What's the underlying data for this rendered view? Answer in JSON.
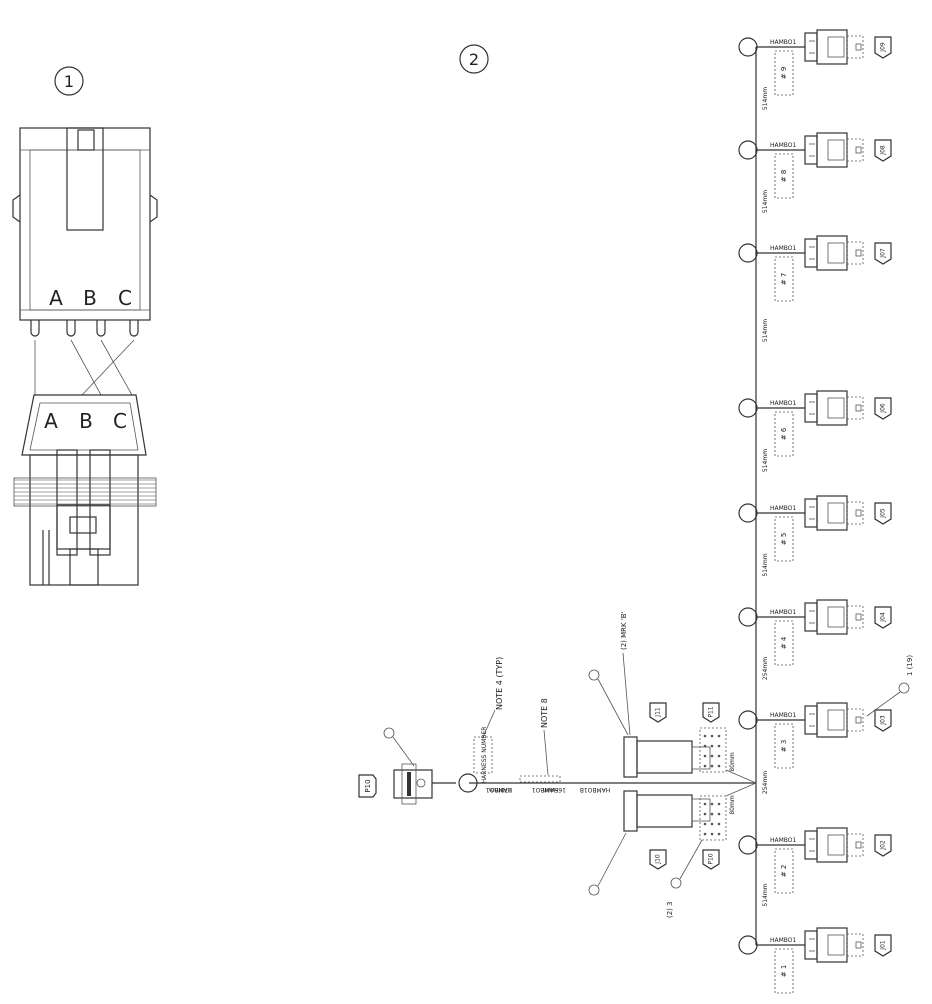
{
  "callouts": {
    "one": "1",
    "two": "2"
  },
  "detail_connector": {
    "header_pins": [
      "A",
      "B",
      "C"
    ],
    "plug_pins": [
      "A",
      "B",
      "C"
    ]
  },
  "harness": {
    "branches": [
      {
        "part": "HAMBO1",
        "num": "# 9",
        "tag": "J09",
        "seg": "514mm"
      },
      {
        "part": "HAMBO1",
        "num": "# 8",
        "tag": "J08",
        "seg": "514mm"
      },
      {
        "part": "HAMBO1",
        "num": "# 7",
        "tag": "J07",
        "seg": "514mm"
      },
      {
        "part": "HAMBO1",
        "num": "# 6",
        "tag": "J06",
        "seg": "514mm"
      },
      {
        "part": "HAMBO1",
        "num": "# 5",
        "tag": "J05",
        "seg": "514mm"
      },
      {
        "part": "HAMBO1",
        "num": "# 4",
        "tag": "J04",
        "seg": "254mm"
      },
      {
        "part": "HAMBO1",
        "num": "# 3",
        "tag": "J03",
        "seg": "254mm"
      },
      {
        "part": "HAMBO1",
        "num": "# 2",
        "tag": "J02",
        "seg": "514mm"
      },
      {
        "part": "HAMBO1",
        "num": "# 1",
        "tag": "J01",
        "seg": ""
      }
    ],
    "notes": {
      "note4": "NOTE 4 (TYP)",
      "note8": "NOTE 8",
      "mark": "(2) MRK 'B'",
      "tag13": "1 (19)"
    },
    "main_labels": {
      "left_plug": "P10",
      "harness_label": "HARNESS NUMBER",
      "m1": "HAMBO1",
      "m2": "178mm",
      "m3": "HAMBO1",
      "m4": "165mm",
      "m5": "HAMBO1B",
      "lengths_a": "80mm",
      "lengths_b": "80mm",
      "tag_p11": "P11",
      "tag_j11": "J11",
      "tag_j10": "J10",
      "tag_p10b": "P10",
      "callout_12": "(2) 3"
    }
  },
  "icons": [
    "pin-icon",
    "crimp-icon"
  ]
}
